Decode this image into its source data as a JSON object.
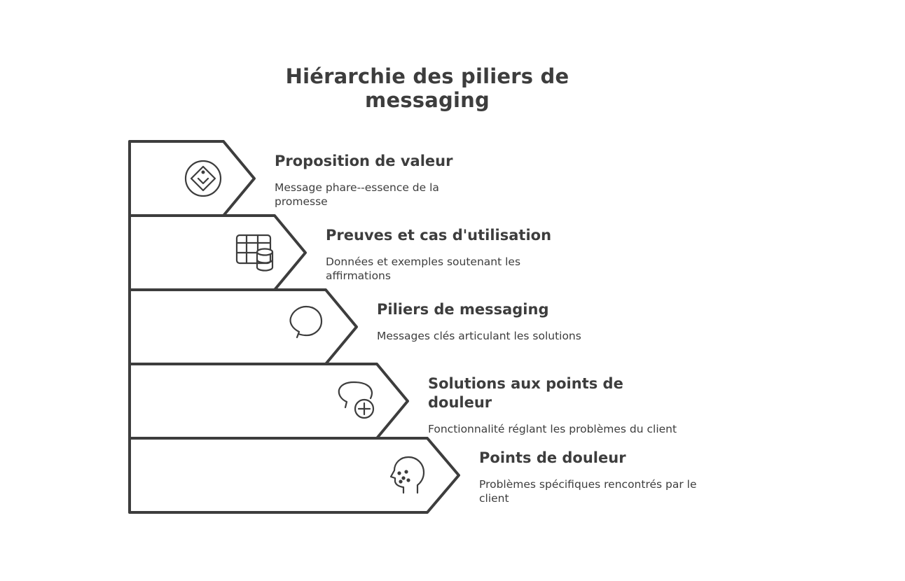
{
  "title": "Hiérarchie des piliers de messaging",
  "colors": {
    "stroke": "#3d3d3d",
    "fill": "#ffffff",
    "text": "#3d3d3d"
  },
  "levels": [
    {
      "title": "Proposition de valeur",
      "description": "Message phare--essence de la promesse",
      "icon": "diamond-badge-icon"
    },
    {
      "title": "Preuves et cas d'utilisation",
      "description": "Données et exemples soutenant les affirmations",
      "icon": "table-database-icon"
    },
    {
      "title": "Piliers de messaging",
      "description": "Messages clés articulant les solutions",
      "icon": "speech-bubble-icon"
    },
    {
      "title": "Solutions aux points de douleur",
      "description": "Fonctionnalité réglant les problèmes du client",
      "icon": "chat-add-icon"
    },
    {
      "title": "Points de douleur",
      "description": "Problèmes spécifiques rencontrés par le client",
      "icon": "head-profile-icon"
    }
  ]
}
